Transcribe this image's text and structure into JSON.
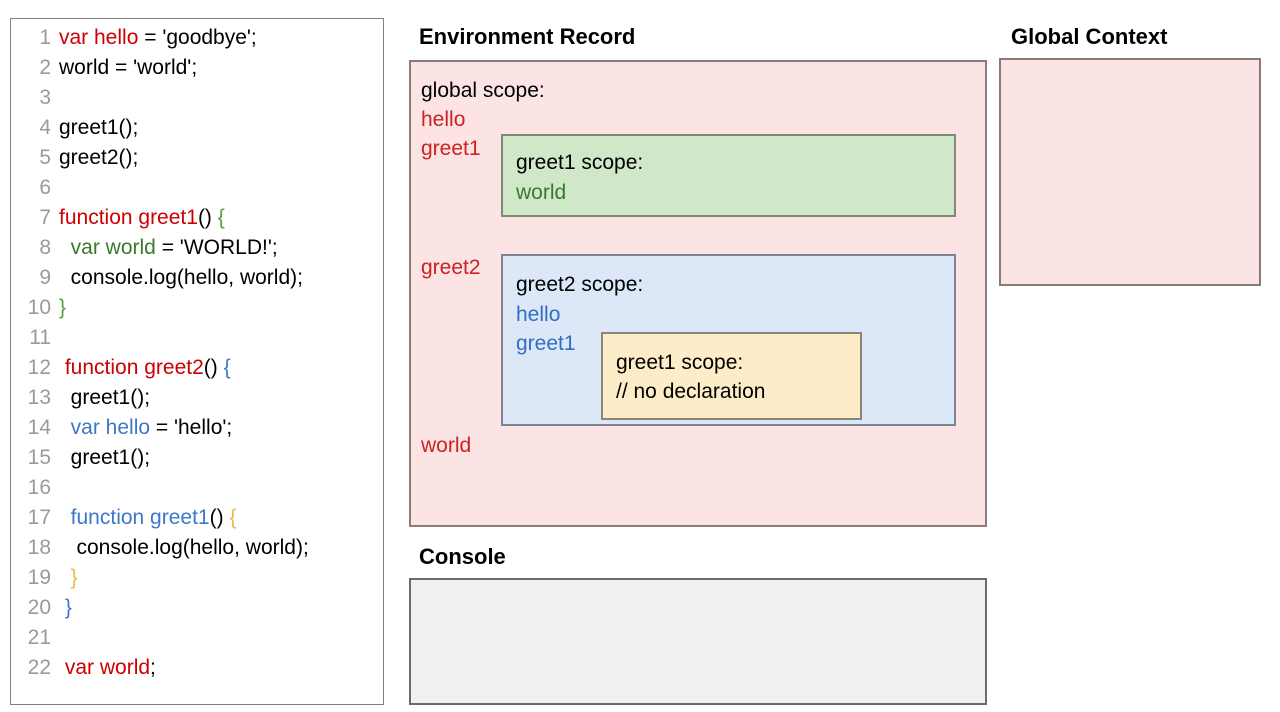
{
  "code_panel": {
    "lines": [
      {
        "num": "1",
        "tokens": [
          {
            "t": "var hello",
            "c": "red"
          },
          {
            "t": " = 'goodbye';",
            "c": "black"
          }
        ]
      },
      {
        "num": "2",
        "tokens": [
          {
            "t": "world = 'world';",
            "c": "black"
          }
        ]
      },
      {
        "num": "3",
        "tokens": []
      },
      {
        "num": "4",
        "tokens": [
          {
            "t": "greet1();",
            "c": "black"
          }
        ]
      },
      {
        "num": "5",
        "tokens": [
          {
            "t": "greet2();",
            "c": "black"
          }
        ]
      },
      {
        "num": "6",
        "tokens": []
      },
      {
        "num": "7",
        "tokens": [
          {
            "t": "function greet1",
            "c": "red"
          },
          {
            "t": "() ",
            "c": "black"
          },
          {
            "t": "{",
            "c": "brace-green"
          }
        ]
      },
      {
        "num": "8",
        "tokens": [
          {
            "t": "  ",
            "c": "black"
          },
          {
            "t": "var world",
            "c": "green"
          },
          {
            "t": " = 'WORLD!';",
            "c": "black"
          }
        ]
      },
      {
        "num": "9",
        "tokens": [
          {
            "t": "  console.log(hello, world);",
            "c": "black"
          }
        ]
      },
      {
        "num": "10",
        "tokens": [
          {
            "t": "}",
            "c": "brace-green"
          }
        ]
      },
      {
        "num": "11",
        "tokens": []
      },
      {
        "num": "12",
        "tokens": [
          {
            "t": " ",
            "c": "black"
          },
          {
            "t": "function greet2",
            "c": "red"
          },
          {
            "t": "() ",
            "c": "black"
          },
          {
            "t": "{",
            "c": "brace-blue"
          }
        ]
      },
      {
        "num": "13",
        "tokens": [
          {
            "t": "  greet1();",
            "c": "black"
          }
        ]
      },
      {
        "num": "14",
        "tokens": [
          {
            "t": "  ",
            "c": "black"
          },
          {
            "t": "var hello",
            "c": "blue"
          },
          {
            "t": " = 'hello';",
            "c": "black"
          }
        ]
      },
      {
        "num": "15",
        "tokens": [
          {
            "t": "  greet1();",
            "c": "black"
          }
        ]
      },
      {
        "num": "16",
        "tokens": []
      },
      {
        "num": "17",
        "tokens": [
          {
            "t": "  ",
            "c": "black"
          },
          {
            "t": "function greet1",
            "c": "blue"
          },
          {
            "t": "() ",
            "c": "black"
          },
          {
            "t": "{",
            "c": "brace-yellow"
          }
        ]
      },
      {
        "num": "18",
        "tokens": [
          {
            "t": "   console.log(hello, world);",
            "c": "black"
          }
        ]
      },
      {
        "num": "19",
        "tokens": [
          {
            "t": "  ",
            "c": "black"
          },
          {
            "t": "}",
            "c": "brace-yellow"
          }
        ]
      },
      {
        "num": "20",
        "tokens": [
          {
            "t": " ",
            "c": "black"
          },
          {
            "t": "}",
            "c": "brace-blue"
          }
        ]
      },
      {
        "num": "21",
        "tokens": []
      },
      {
        "num": "22",
        "tokens": [
          {
            "t": " ",
            "c": "black"
          },
          {
            "t": "var world",
            "c": "red"
          },
          {
            "t": ";",
            "c": "black"
          }
        ]
      }
    ]
  },
  "headings": {
    "environment_record": "Environment Record",
    "global_context": "Global Context",
    "console": "Console"
  },
  "global_scope": {
    "title": "global scope:",
    "bindings": [
      "hello",
      "greet1",
      "greet2",
      "world"
    ]
  },
  "greet1_scope": {
    "title": "greet1 scope:",
    "bindings": [
      "world"
    ]
  },
  "greet2_scope": {
    "title": "greet2 scope:",
    "bindings": [
      "hello",
      "greet1"
    ]
  },
  "greet1_inner_scope": {
    "title": "greet1 scope:",
    "note": "// no declaration"
  },
  "global_context_box": {
    "contents": ""
  },
  "console_box": {
    "contents": ""
  },
  "colors": {
    "pink_fill": "#fce4e4",
    "green_fill": "#d0e7c8",
    "blue_fill": "#dce7f7",
    "yellow_fill": "#fcedc8",
    "console_fill": "#f0f0f0",
    "red_text": "#cc2222",
    "green_text": "#3a7a2c",
    "blue_text": "#2f6fc4",
    "line_number": "#9a9a9a"
  }
}
